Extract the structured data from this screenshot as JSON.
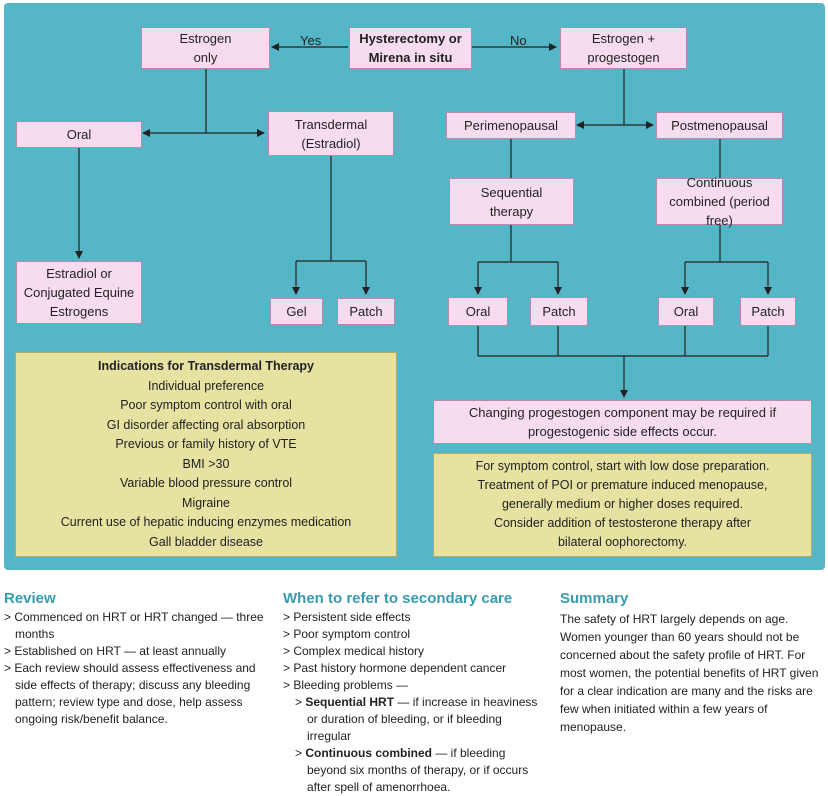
{
  "flow": {
    "root": "Hysterectomy or Mirena in situ",
    "yes": "Yes",
    "no": "No",
    "estrogen_only": "Estrogen only",
    "estrogen_prog": "Estrogen + progestogen",
    "oral": "Oral",
    "transdermal": "Transdermal (Estradiol)",
    "estradiol": "Estradiol or Conjugated Equine Estrogens",
    "gel": "Gel",
    "patch": "Patch",
    "perimenopausal": "Perimenopausal",
    "postmenopausal": "Postmenopausal",
    "sequential": "Sequential therapy",
    "continuous": "Continuous combined (period free)",
    "seq_oral": "Oral",
    "seq_patch": "Patch",
    "cont_oral": "Oral",
    "cont_patch": "Patch",
    "changing": "Changing progestogen component may be required if progestogenic side effects occur."
  },
  "indications": {
    "title": "Indications for Transdermal Therapy",
    "items": [
      "Individual preference",
      "Poor symptom control with oral",
      "GI disorder affecting oral absorption",
      "Previous or family history of VTE",
      "BMI >30",
      "Variable blood pressure control",
      "Migraine",
      "Current use of hepatic inducing enzymes medication",
      "Gall bladder disease"
    ]
  },
  "symptom_note": [
    "For symptom control, start with low dose preparation.",
    "Treatment of POI or premature induced menopause,",
    "generally medium or higher doses required.",
    "Consider addition of testosterone therapy after",
    "bilateral oophorectomy."
  ],
  "review": {
    "title": "Review",
    "items": [
      "> Commenced on HRT or HRT changed — three months",
      "> Established on HRT — at least annually",
      "> Each review should assess effectiveness and side effects of therapy; discuss any bleeding pattern; review type and dose, help assess ongoing risk/benefit balance."
    ]
  },
  "refer": {
    "title": "When to refer to secondary care",
    "items": [
      "> Persistent side effects",
      "> Poor symptom control",
      "> Complex medical history",
      "> Past history hormone dependent cancer",
      "> Bleeding problems —"
    ],
    "sub1_bold": "Sequential HRT",
    "sub1_text": " — if increase in heaviness or duration of bleeding, or if bleeding irregular",
    "sub2_bold": "Continuous combined",
    "sub2_text": " — if bleeding beyond six months of therapy, or if occurs after spell of amenorrhoea.",
    "sub_marker": "> "
  },
  "summary": {
    "title": "Summary",
    "text": "The safety of HRT largely depends on age. Women younger than 60 years should not be concerned about the safety profile of HRT. For most women, the potential benefits of HRT given for a clear indication are many and the risks are few when initiated within a few years of menopause."
  },
  "colors": {
    "background": "#55b6c8",
    "box": "#f7dcef",
    "note": "#e6e2a2",
    "heading": "#3a9ab0"
  }
}
